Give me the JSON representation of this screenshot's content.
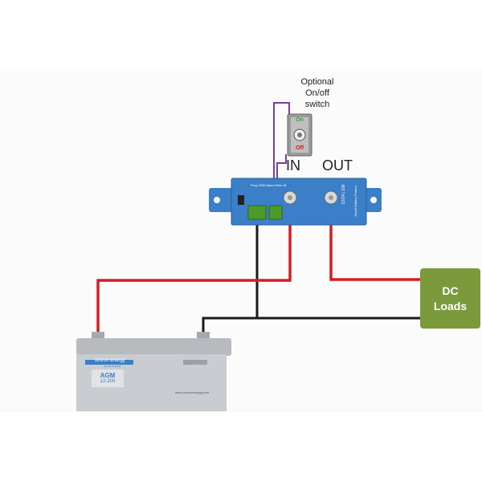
{
  "labels": {
    "switch": "Optional\nOn/off\nswitch",
    "switch_on": "On",
    "switch_off": "Off",
    "in": "IN",
    "out": "OUT",
    "loads": "DC\nLoads"
  },
  "battery": {
    "brand": "victron energy",
    "tagline": "BLUE POWER",
    "type": "AGM",
    "model": "12-200",
    "website": "www.victronenergy.com"
  },
  "protect": {
    "side_text": "12/24 | 100",
    "name": "Smart Battery Protect",
    "pin_labels": [
      "Prog",
      "GND",
      "Alarm",
      "Rem",
      "IN"
    ]
  },
  "colors": {
    "wire_positive": "#d11f24",
    "wire_negative": "#1a1a1a",
    "wire_remote": "#7b3f9a",
    "device_blue": "#3a7fc8",
    "loads_green": "#7a9a3c",
    "battery_gray": "#c9ccd0"
  }
}
